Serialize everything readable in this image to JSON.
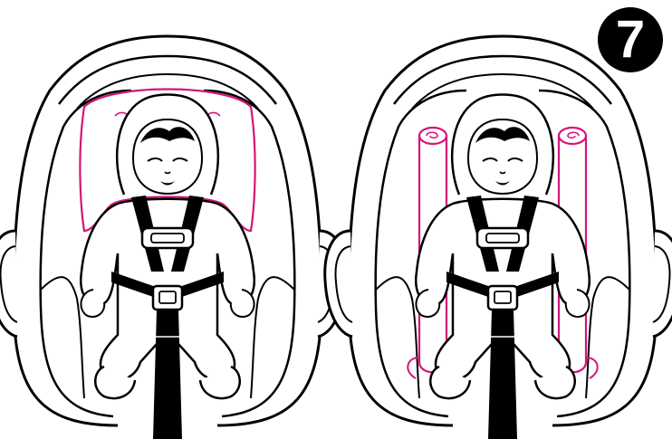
{
  "step": {
    "number": "7"
  },
  "colors": {
    "line": "#000000",
    "background": "#ffffff",
    "accent": "#d4147a",
    "badge_text": "#ffffff"
  },
  "panels": [
    {
      "name": "panel-left",
      "description_icon": "infant-car-seat-with-head-support-icon"
    },
    {
      "name": "panel-right",
      "description_icon": "infant-car-seat-with-rolled-blankets-icon"
    }
  ]
}
